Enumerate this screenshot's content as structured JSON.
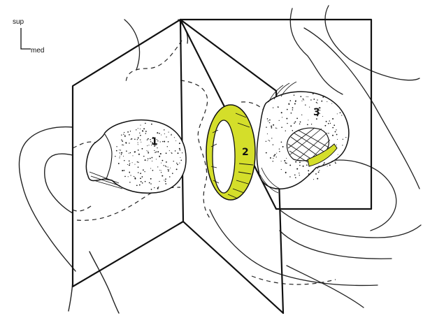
{
  "orientation": {
    "superior": "sup",
    "medial": "med"
  },
  "labels": {
    "femoral_head": "1",
    "labrum_ring": "2",
    "acetabulum": "3"
  },
  "colors": {
    "ring_fill": "#d4de2a",
    "ink": "#111111",
    "background": "#ffffff"
  }
}
